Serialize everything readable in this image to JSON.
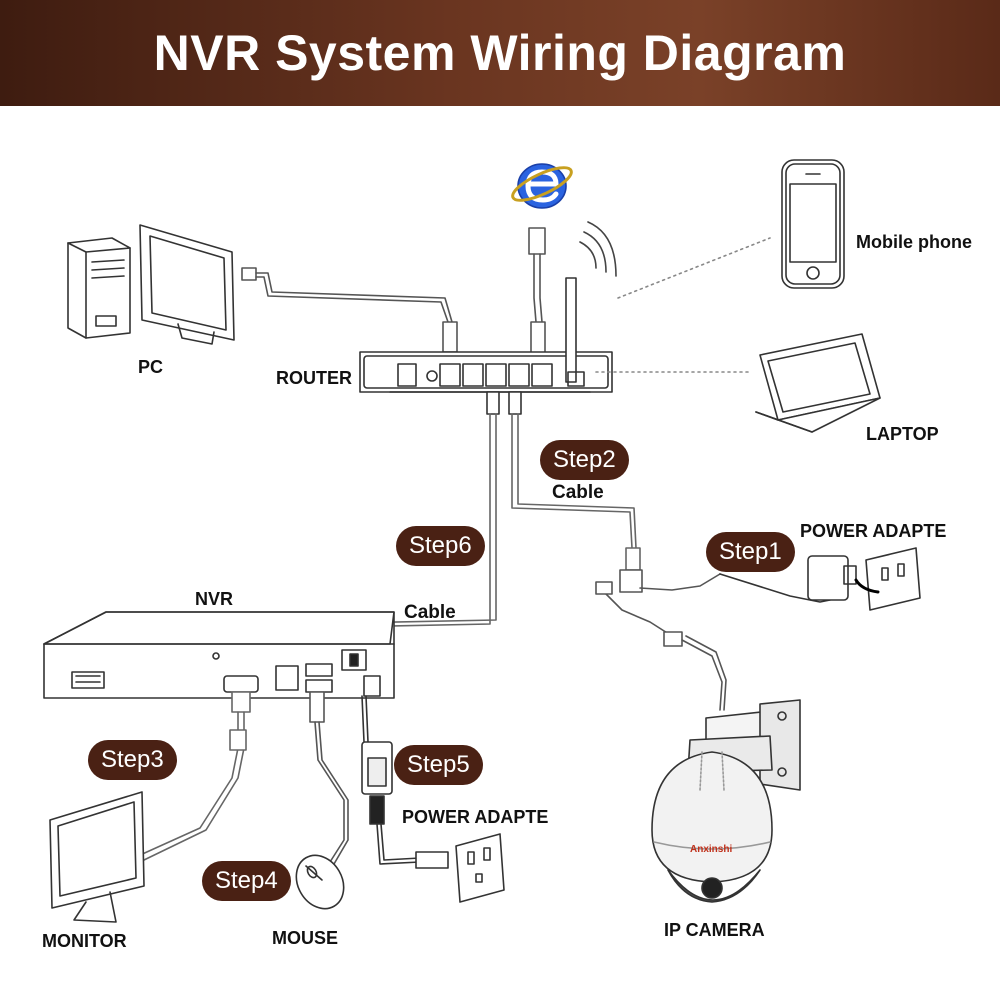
{
  "header": {
    "title": "NVR System Wiring Diagram"
  },
  "labels": {
    "pc": "PC",
    "router": "ROUTER",
    "mobile_phone": "Mobile phone",
    "laptop": "LAPTOP",
    "power_adapter_top": "POWER ADAPTE",
    "nvr": "NVR",
    "power_adapter_bottom": "POWER ADAPTE",
    "monitor": "MONITOR",
    "mouse": "MOUSE",
    "ip_camera": "IP  CAMERA",
    "camera_brand": "Anxinshi"
  },
  "steps": {
    "step1": "Step1",
    "step2": "Step2",
    "step3": "Step3",
    "step4": "Step4",
    "step5": "Step5",
    "step6": "Step6"
  },
  "cables": {
    "cable_router_camera": "Cable",
    "cable_router_nvr": "Cable"
  },
  "colors": {
    "banner": "#5a2a18",
    "step_badge": "#4a2114",
    "browser_icon": "#1e4fd6"
  },
  "icons": [
    "browser-e-icon",
    "wifi-signal-icon"
  ]
}
